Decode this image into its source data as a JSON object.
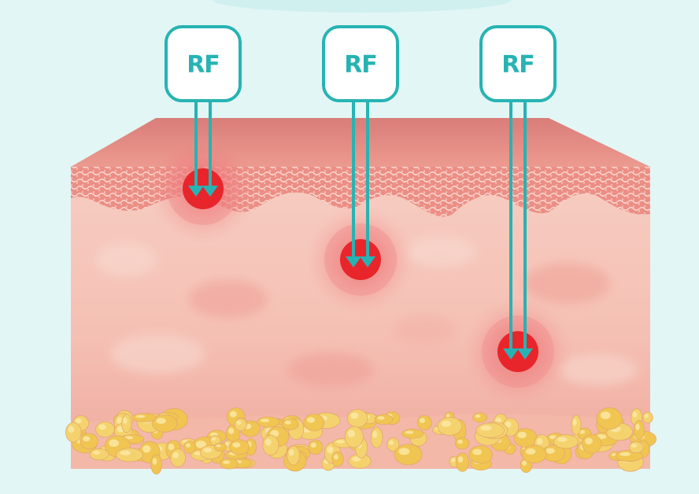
{
  "probes": [
    {
      "label": "RF",
      "depth": "upper"
    },
    {
      "label": "RF",
      "depth": "middle"
    },
    {
      "label": "RF",
      "depth": "deep"
    }
  ],
  "colors": {
    "background": "#e2f6f5",
    "accent": "#27b3b3",
    "hotspot": "#e8252b",
    "skin_top": "#e98e86",
    "dermis": "#f5c7bb",
    "fat": "#f2cf69"
  },
  "icons": [
    "probe-box-icon",
    "down-arrow-icon",
    "heat-spot-icon"
  ]
}
